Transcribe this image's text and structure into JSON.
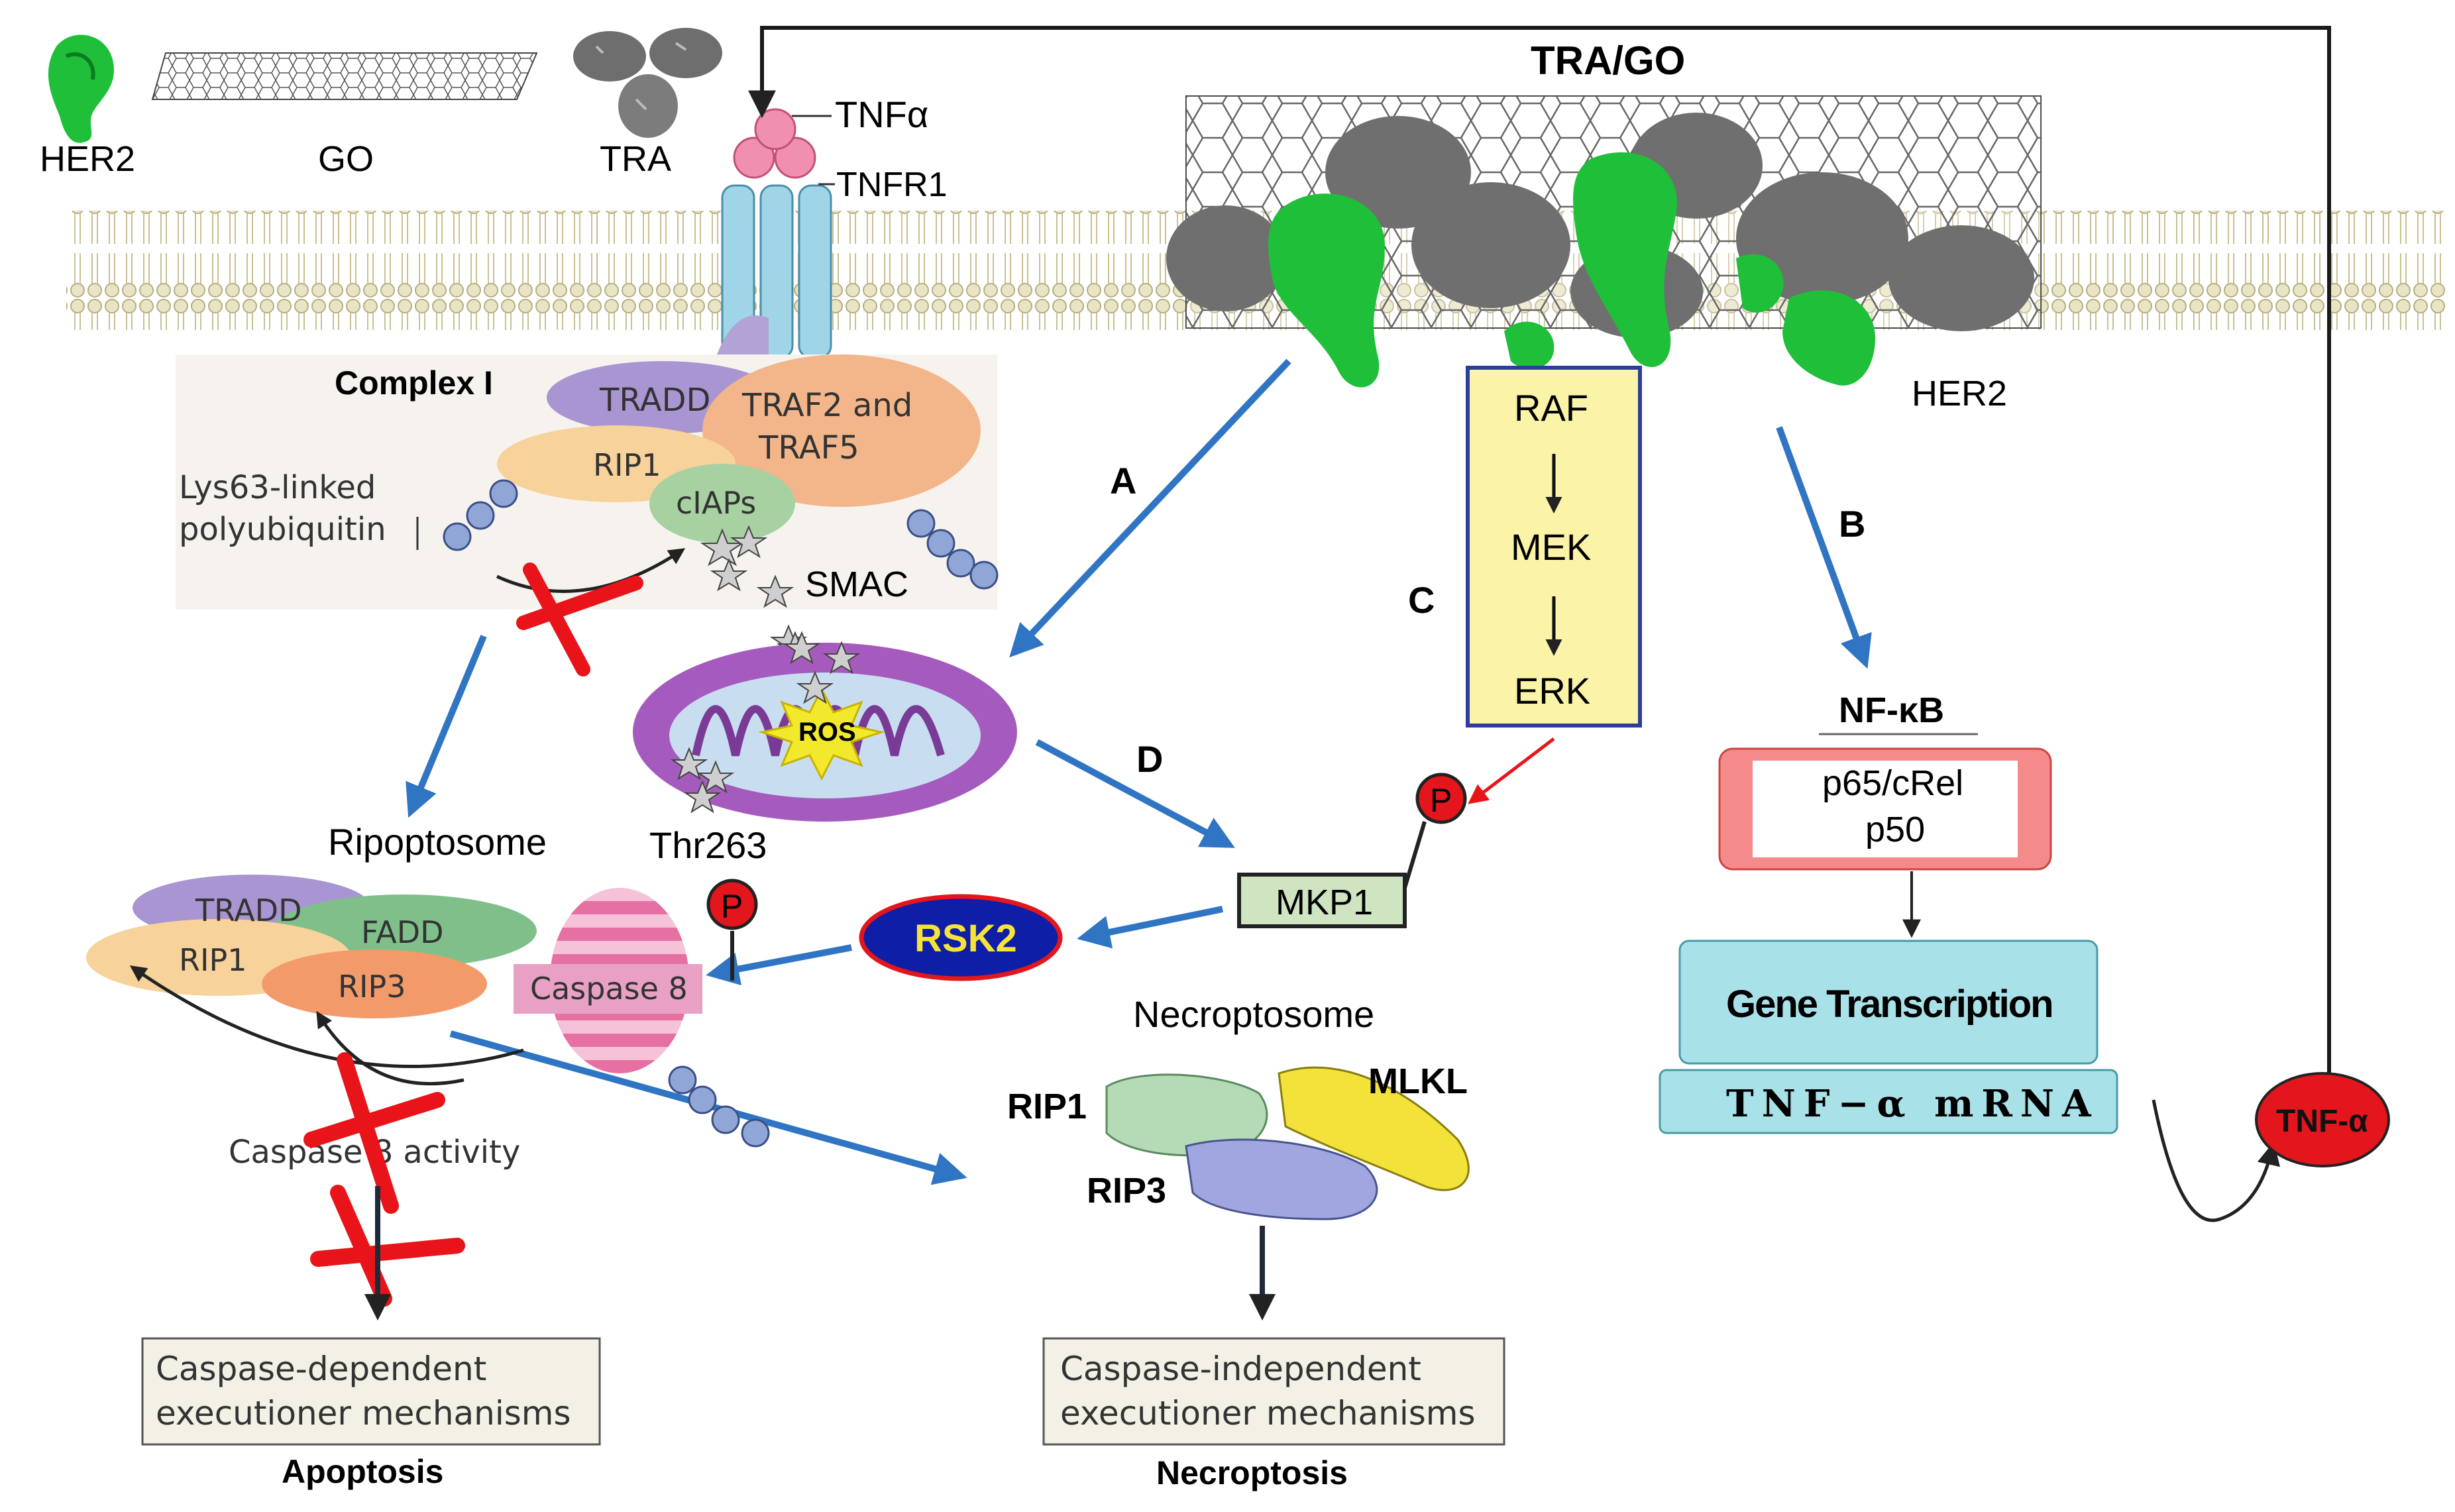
{
  "legend": {
    "her2": "HER2",
    "go": "GO",
    "tra": "TRA"
  },
  "receptor": {
    "tnfa": "TNFα",
    "tnfr1": "TNFR1"
  },
  "tra_go": {
    "title": "TRA/GO",
    "her2": "HER2"
  },
  "complex1": {
    "title": "Complex I",
    "tradd": "TRADD",
    "traf_line1": "TRAF2 and",
    "traf_line2": "TRAF5",
    "rip1": "RIP1",
    "ciaps": "cIAPs",
    "ubiquitin_line1": "Lys63-linked",
    "ubiquitin_line2": "polyubiquitin"
  },
  "mito": {
    "smac": "SMAC",
    "ros": "ROS"
  },
  "pathways": {
    "a": "A",
    "b": "B",
    "c": "C",
    "d": "D"
  },
  "kinase_box": {
    "raf": "RAF",
    "mek": "MEK",
    "erk": "ERK"
  },
  "phospho": {
    "p": "P",
    "thr263": "Thr263"
  },
  "mkp1": "MKP1",
  "rsk2": "RSK2",
  "ripoptosome": {
    "title": "Ripoptosome",
    "tradd": "TRADD",
    "fadd": "FADD",
    "rip1": "RIP1",
    "rip3": "RIP3",
    "caspase8": "Caspase 8",
    "activity": "Caspase 8 activity"
  },
  "necroptosome": {
    "title": "Necroptosome",
    "rip1": "RIP1",
    "rip3": "RIP3",
    "mlkl": "MLKL"
  },
  "nfkb": {
    "title": "NF-κB",
    "line1": "p65/cRel",
    "line2": "p50"
  },
  "transcription": {
    "gene": "Gene Transcription",
    "mrna": "TNF−α mRNA",
    "tnfa_out": "TNF-α"
  },
  "outcomes": {
    "apoptosis_line1": "Caspase-dependent",
    "apoptosis_line2": "executioner mechanisms",
    "apoptosis": "Apoptosis",
    "necroptosis_line1": "Caspase-independent",
    "necroptosis_line2": "executioner mechanisms",
    "necroptosis": "Necroptosis"
  },
  "colors": {
    "blue_arrow": "#2f75c3",
    "red_x": "#e8141a",
    "phospho_red": "#e2161c",
    "her2_green": "#1fbf3a",
    "membrane": "#d8d2a6"
  }
}
